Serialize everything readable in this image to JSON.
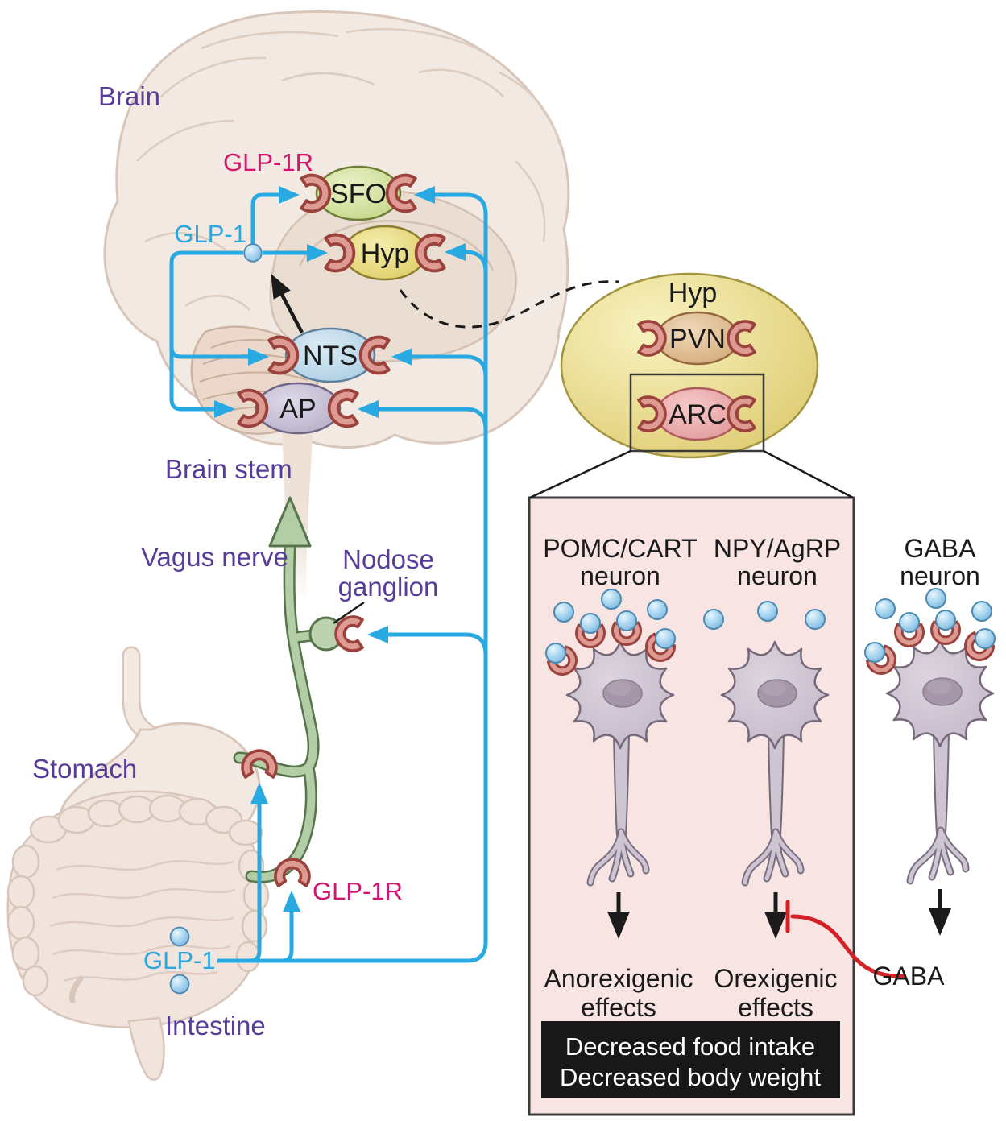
{
  "colors": {
    "line_blue": "#29A9E1",
    "label_purple": "#583C99",
    "magenta": "#D4156F",
    "glp1_text_blue": "#2AA7DF",
    "red_inhibition": "#D42127",
    "receptor_salmon": "#DE9B94",
    "receptor_outline": "#9A423B",
    "vagus_green": "#B3CDA6",
    "panel_pink": "#F8E5E3",
    "outcome_black": "#181818",
    "sfo_green": "#D3E2A2",
    "hyp_yellow": "#EDE28A",
    "nts_blue": "#BFDAEB",
    "ap_gray": "#CCC5D8",
    "pvn_tan": "#E2C19C",
    "arc_pink": "#EFADAF",
    "neuron_gray": "#CEC5D2",
    "dot_blue": "#A9D6F0"
  },
  "brain": {
    "label": "Brain",
    "glp1r_label": "GLP-1R",
    "glp1_label": "GLP-1",
    "brain_stem_label": "Brain stem",
    "nuclei": [
      {
        "label": "SFO"
      },
      {
        "label": "Hyp"
      },
      {
        "label": "NTS"
      },
      {
        "label": "AP"
      }
    ]
  },
  "periphery": {
    "vagus_label": "Vagus nerve",
    "nodose_label_line1": "Nodose",
    "nodose_label_line2": "ganglion",
    "stomach_label": "Stomach",
    "intestine_label": "Intestine",
    "glp1_label": "GLP-1",
    "glp1r_label": "GLP-1R"
  },
  "hyp_panel": {
    "title": "Hyp",
    "pvn_label": "PVN",
    "arc_label": "ARC"
  },
  "arc_panel": {
    "neurons": [
      {
        "name_line1": "POMC/CART",
        "name_line2": "neuron",
        "effect_line1": "Anorexigenic",
        "effect_line2": "effects"
      },
      {
        "name_line1": "NPY/AgRP",
        "name_line2": "neuron",
        "effect_line1": "Orexigenic",
        "effect_line2": "effects"
      },
      {
        "name_line1": "GABA",
        "name_line2": "neuron"
      }
    ],
    "gaba_signal_label": "GABA",
    "outcome_line1": "Decreased food intake",
    "outcome_line2": "Decreased body weight"
  }
}
